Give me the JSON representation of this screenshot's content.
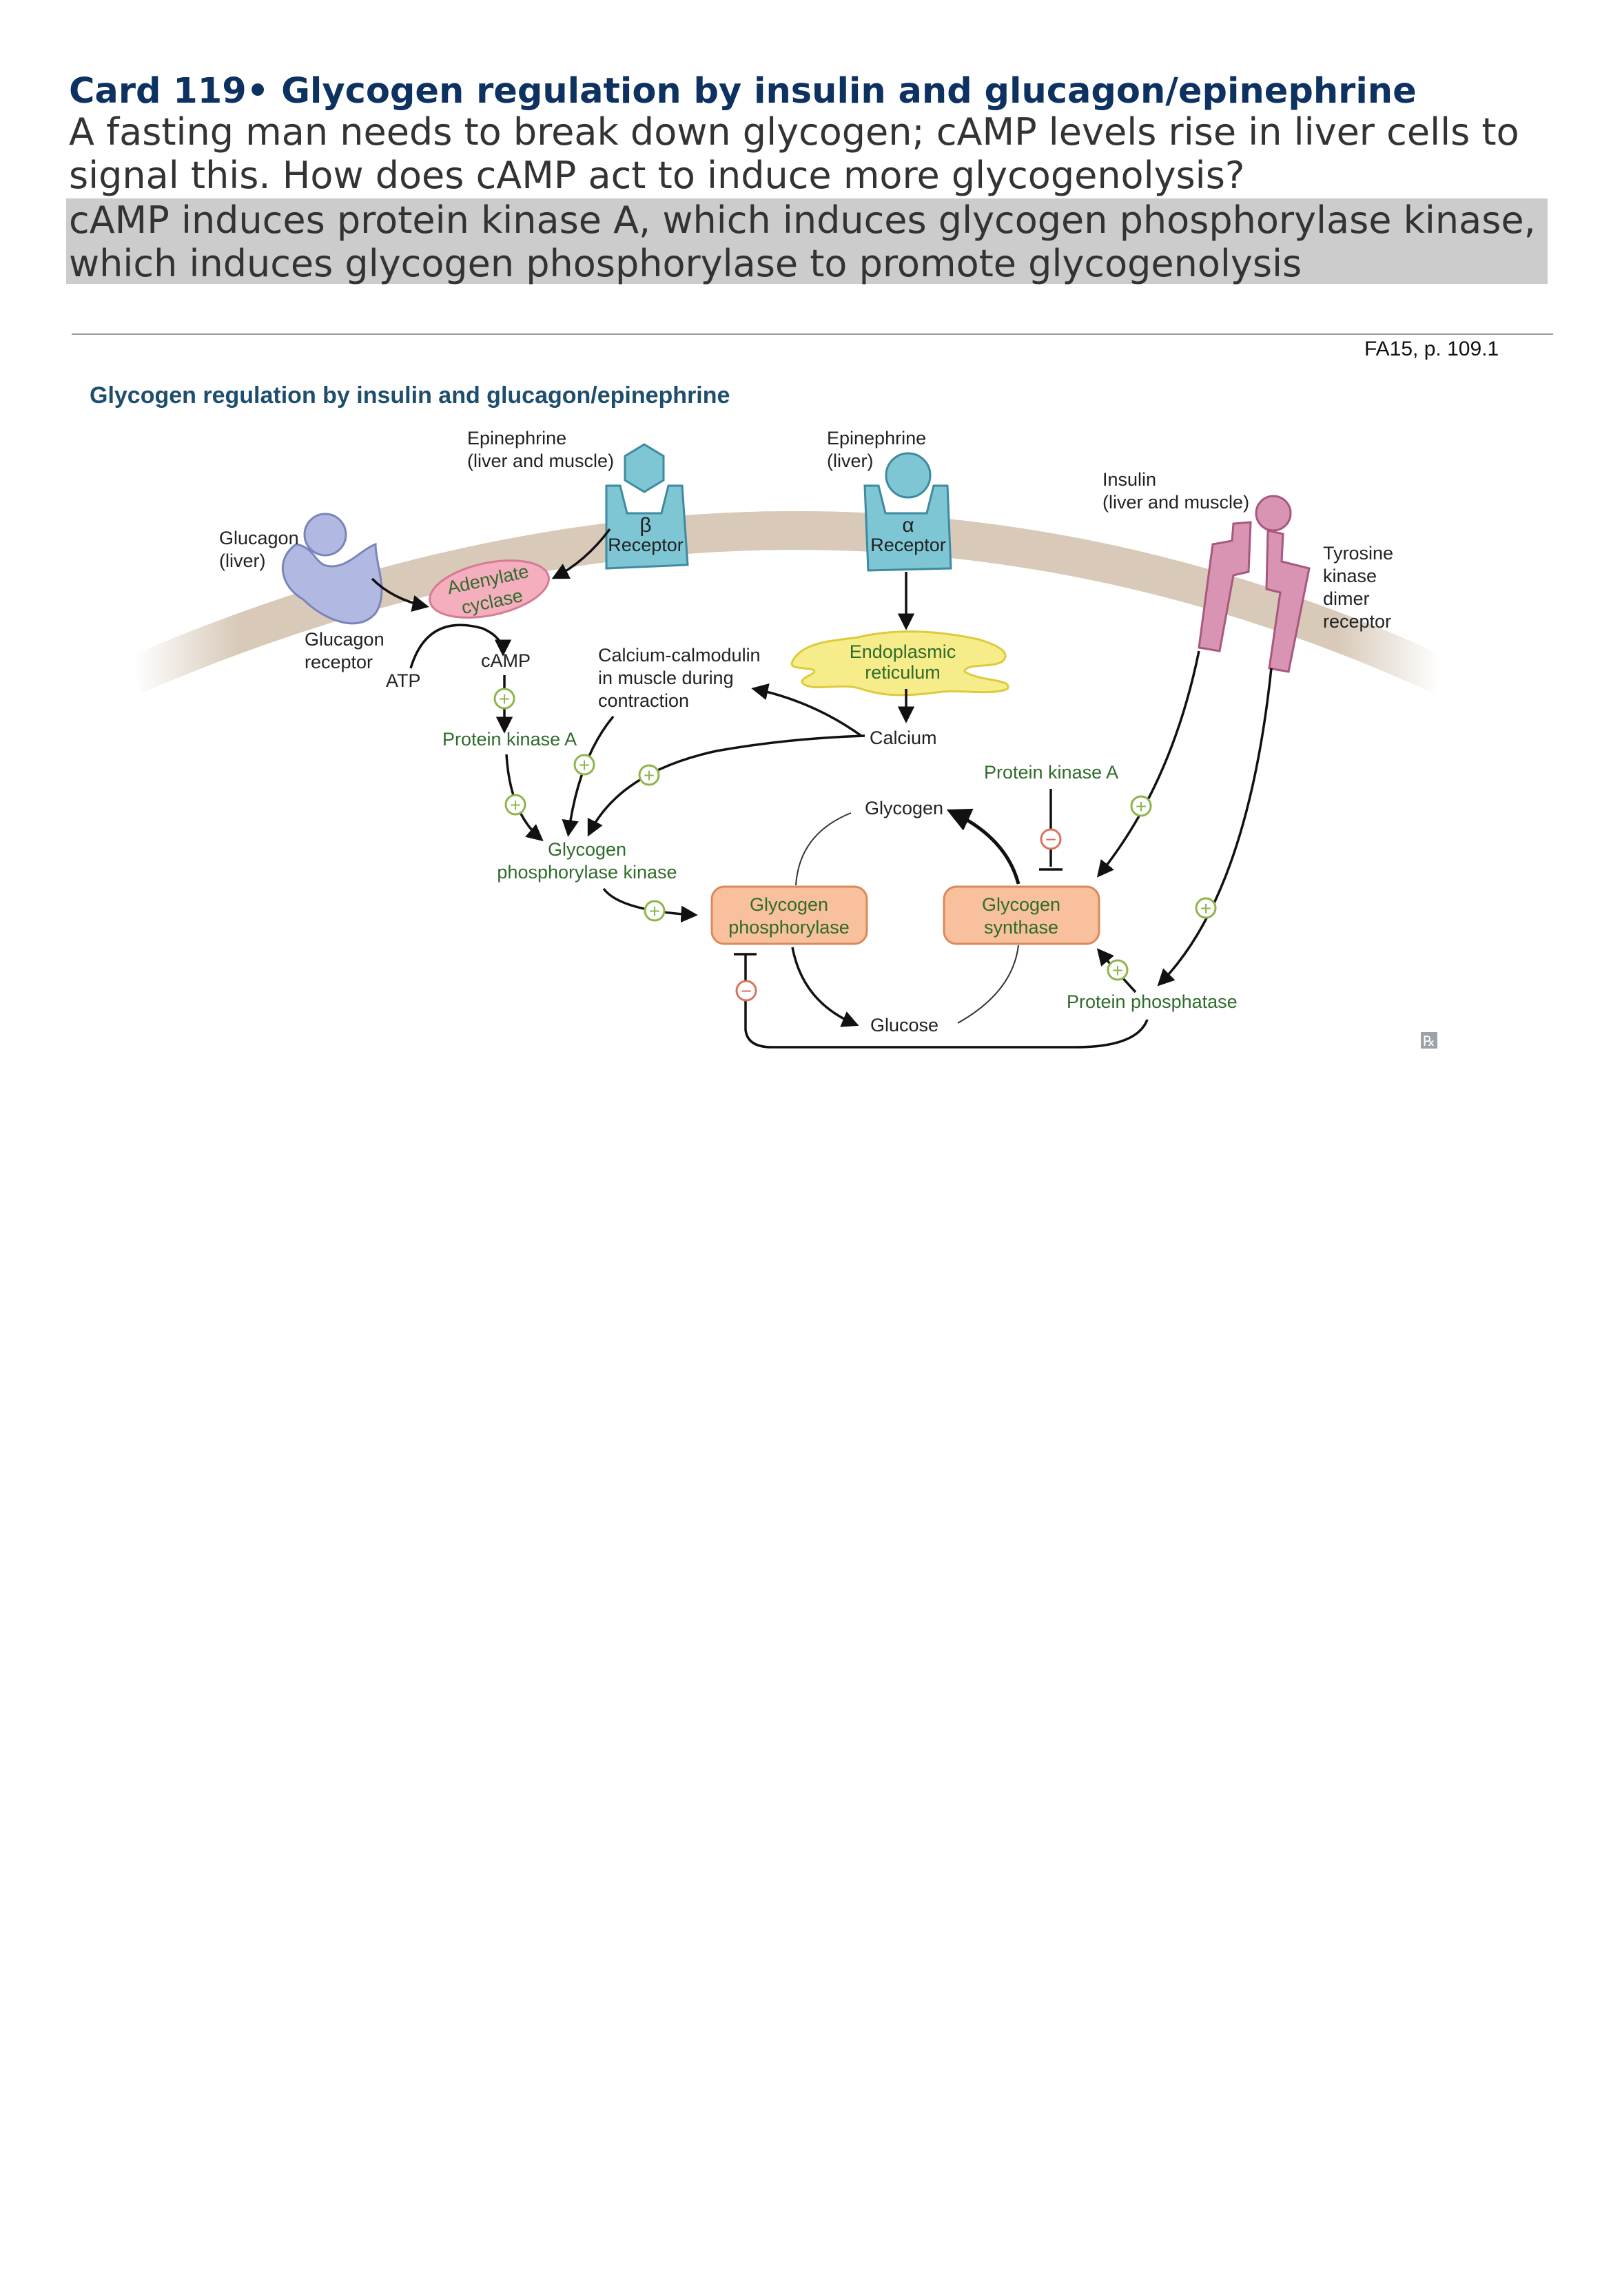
{
  "card": {
    "title": "Card 119• Glycogen regulation by insulin and glucagon/epinephrine",
    "question": "A fasting man needs to break down glycogen; cAMP levels rise in liver cells to signal this. How does cAMP act to induce more glycogenolysis?",
    "answer": "cAMP induces protein kinase A, which induces glycogen phosphorylase kinase, which induces glycogen phosphorylase to promote glycogenolysis",
    "reference": "FA15, p. 109.1"
  },
  "figure": {
    "title": "Glycogen regulation by insulin and glucagon/epinephrine",
    "labels": {
      "epi_beta_1": "Epinephrine",
      "epi_beta_2": "(liver and muscle)",
      "epi_alpha_1": "Epinephrine",
      "epi_alpha_2": "(liver)",
      "insulin_1": "Insulin",
      "insulin_2": "(liver and muscle)",
      "glucagon_1": "Glucagon",
      "glucagon_2": "(liver)",
      "beta_symbol": "β",
      "alpha_symbol": "α",
      "receptor": "Receptor",
      "adenylate_1": "Adenylate",
      "adenylate_2": "cyclase",
      "glucagon_receptor_1": "Glucagon",
      "glucagon_receptor_2": "receptor",
      "atp": "ATP",
      "camp": "cAMP",
      "pka": "Protein kinase A",
      "calmod_1": "Calcium-calmodulin",
      "calmod_2": "in muscle during",
      "calmod_3": "contraction",
      "er_1": "Endoplasmic",
      "er_2": "reticulum",
      "calcium": "Calcium",
      "tyrosine_1": "Tyrosine",
      "tyrosine_2": "kinase",
      "tyrosine_3": "dimer",
      "tyrosine_4": "receptor",
      "pka_right": "Protein kinase A",
      "glycogen": "Glycogen",
      "gpk_1": "Glycogen",
      "gpk_2": "phosphorylase kinase",
      "gp_1": "Glycogen",
      "gp_2": "phosphorylase",
      "gs_1": "Glycogen",
      "gs_2": "synthase",
      "glucose": "Glucose",
      "phosphatase": "Protein phosphatase",
      "plus": "+",
      "minus": "−",
      "rx": "℞"
    },
    "colors": {
      "title": "#1d4e6e",
      "green_label": "#2f6b2a",
      "membrane": "#d8c9b8",
      "beta_alpha_receptor": "#7fc6d4",
      "glucagon_ligand": "#b1b9e2",
      "adenylate": "#f4aebe",
      "er": "#f6ec8a",
      "insulin_receptor": "#d994b4",
      "enzyme_box": "#f8c09c",
      "plus_ring": "#8cb54a",
      "minus_ring": "#d9735b"
    }
  }
}
